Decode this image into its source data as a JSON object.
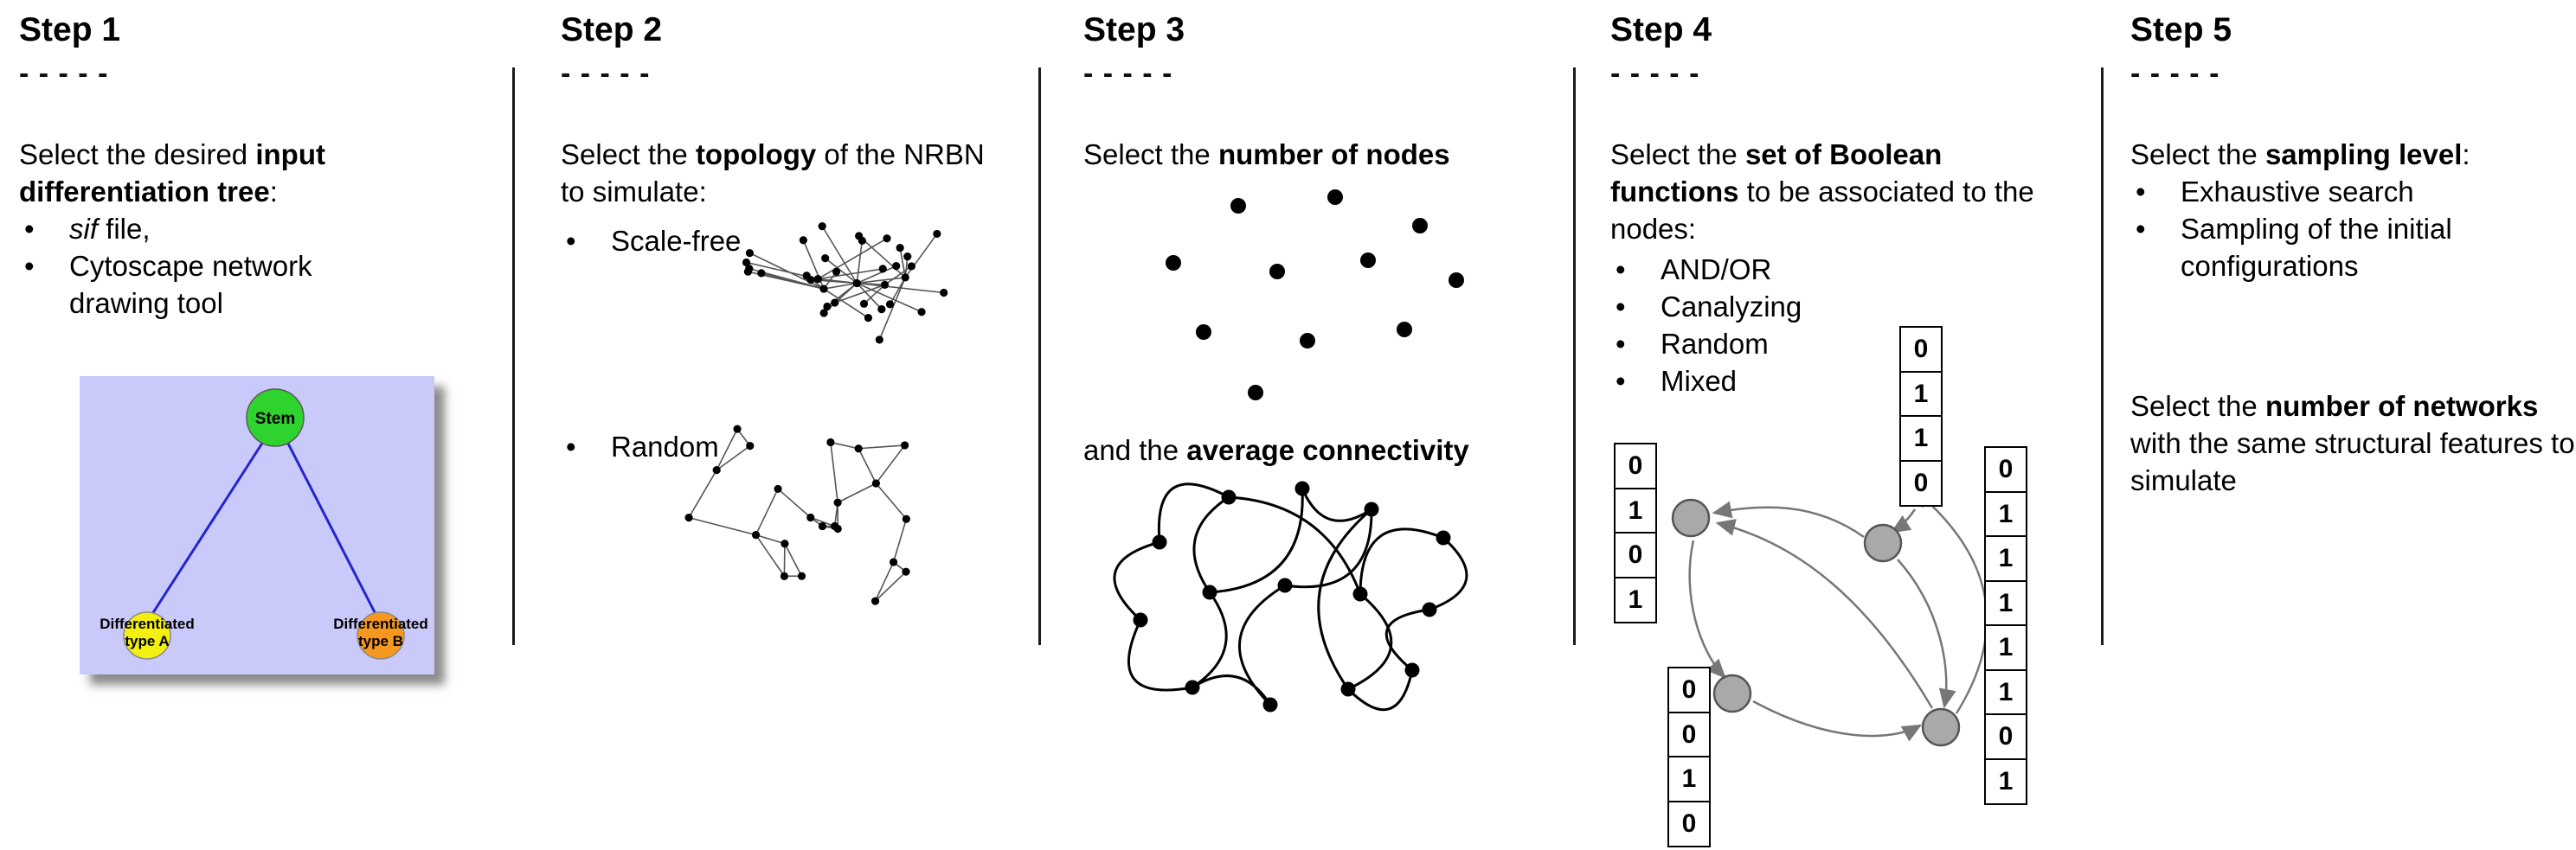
{
  "steps": [
    {
      "title": "Step 1",
      "dashes": "- - - - -",
      "intro": {
        "pre": "Select the desired ",
        "bold": "input differentiation tree",
        "post": ":"
      },
      "bullets": [
        {
          "italic": "sif",
          "text": " file,"
        },
        {
          "italic": "",
          "text": "Cytoscape network drawing tool"
        }
      ],
      "tree": {
        "root_label": "Stem",
        "left_label_line1": "Differentiated",
        "left_label_line2": "type A",
        "right_label_line1": "Differentiated",
        "right_label_line2": "type B"
      }
    },
    {
      "title": "Step 2",
      "dashes": "- - - - -",
      "intro": {
        "pre": "Select the ",
        "bold": "topology",
        "post": " of the NRBN to simulate:"
      },
      "bullets": [
        {
          "text": "Scale-free"
        },
        {
          "text": "Random"
        }
      ]
    },
    {
      "title": "Step 3",
      "dashes": "- - - - -",
      "line1": {
        "pre": "Select the ",
        "bold": "number of nodes",
        "post": ""
      },
      "line2": {
        "pre": "and the ",
        "bold": "average connectivity",
        "post": ""
      }
    },
    {
      "title": "Step 4",
      "dashes": "- - - - -",
      "intro": {
        "pre": "Select the ",
        "bold": "set of Boolean functions",
        "post": " to be associated to the nodes:"
      },
      "bullets": [
        {
          "text": "AND/OR"
        },
        {
          "text": "Canalyzing"
        },
        {
          "text": "Random"
        },
        {
          "text": "Mixed"
        }
      ],
      "tables": {
        "left": [
          "0",
          "1",
          "0",
          "1"
        ],
        "top": [
          "0",
          "1",
          "1",
          "0"
        ],
        "bottom_left": [
          "0",
          "0",
          "1",
          "0"
        ],
        "right": [
          "0",
          "1",
          "1",
          "1",
          "1",
          "1",
          "0",
          "1"
        ]
      }
    },
    {
      "title": "Step 5",
      "dashes": "- - - - -",
      "line1": {
        "pre": "Select the ",
        "bold": "sampling level",
        "post": ":"
      },
      "bullets": [
        {
          "text": "Exhaustive search"
        },
        {
          "text": "Sampling of the initial configurations"
        }
      ],
      "para2": {
        "pre": "Select the ",
        "bold": "number of networks",
        "post": " with the same structural features to simulate"
      }
    }
  ],
  "colors": {
    "panel_bg": "#c9c9fa",
    "root_node": "#2ed32e",
    "left_node": "#f3ef11",
    "right_node": "#f6981f",
    "tree_edge": "#2424cf",
    "graph_node": "#a9a9a9",
    "arrow": "#777777"
  }
}
